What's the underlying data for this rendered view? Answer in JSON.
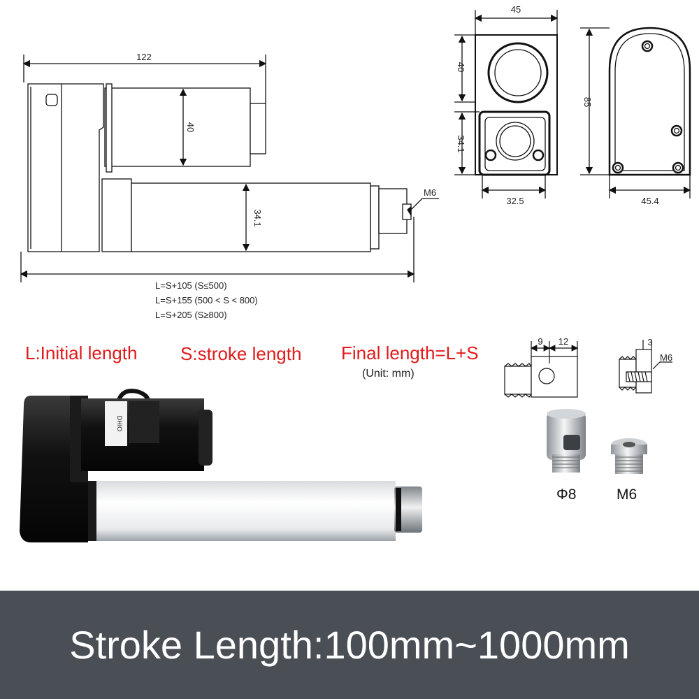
{
  "dimensions": {
    "total_length_top": "122",
    "motor_height": "40",
    "tube_height": "34.1",
    "rod_thread": "M6",
    "end_width": "45",
    "end_upper_height": "40",
    "end_lower_height": "34.1",
    "end_lower_width": "32.5",
    "side_height": "85",
    "side_width": "45.4",
    "rod_end_hole_offset": "9",
    "rod_end_tip": "12",
    "thread_small_offset": "3",
    "thread_small_label": "M6"
  },
  "formulas": [
    "L=S+105 (S≤500)",
    "L=S+155 (500 < S < 800)",
    "L=S+205 (S≥800)"
  ],
  "legend": {
    "initial": "L:Initial length",
    "stroke": "S:stroke length",
    "final": "Final length=L+S",
    "unit": "(Unit: mm)"
  },
  "product_photo": {
    "label_text": "DHIO"
  },
  "rod_ends": [
    {
      "label": "Φ8"
    },
    {
      "label": "M6"
    }
  ],
  "banner": {
    "text": "Stroke Length:100mm~1000mm",
    "background": "#4a4f55",
    "color": "#ffffff"
  },
  "colors": {
    "red_text": "#e01b1b",
    "line": "#111111"
  }
}
